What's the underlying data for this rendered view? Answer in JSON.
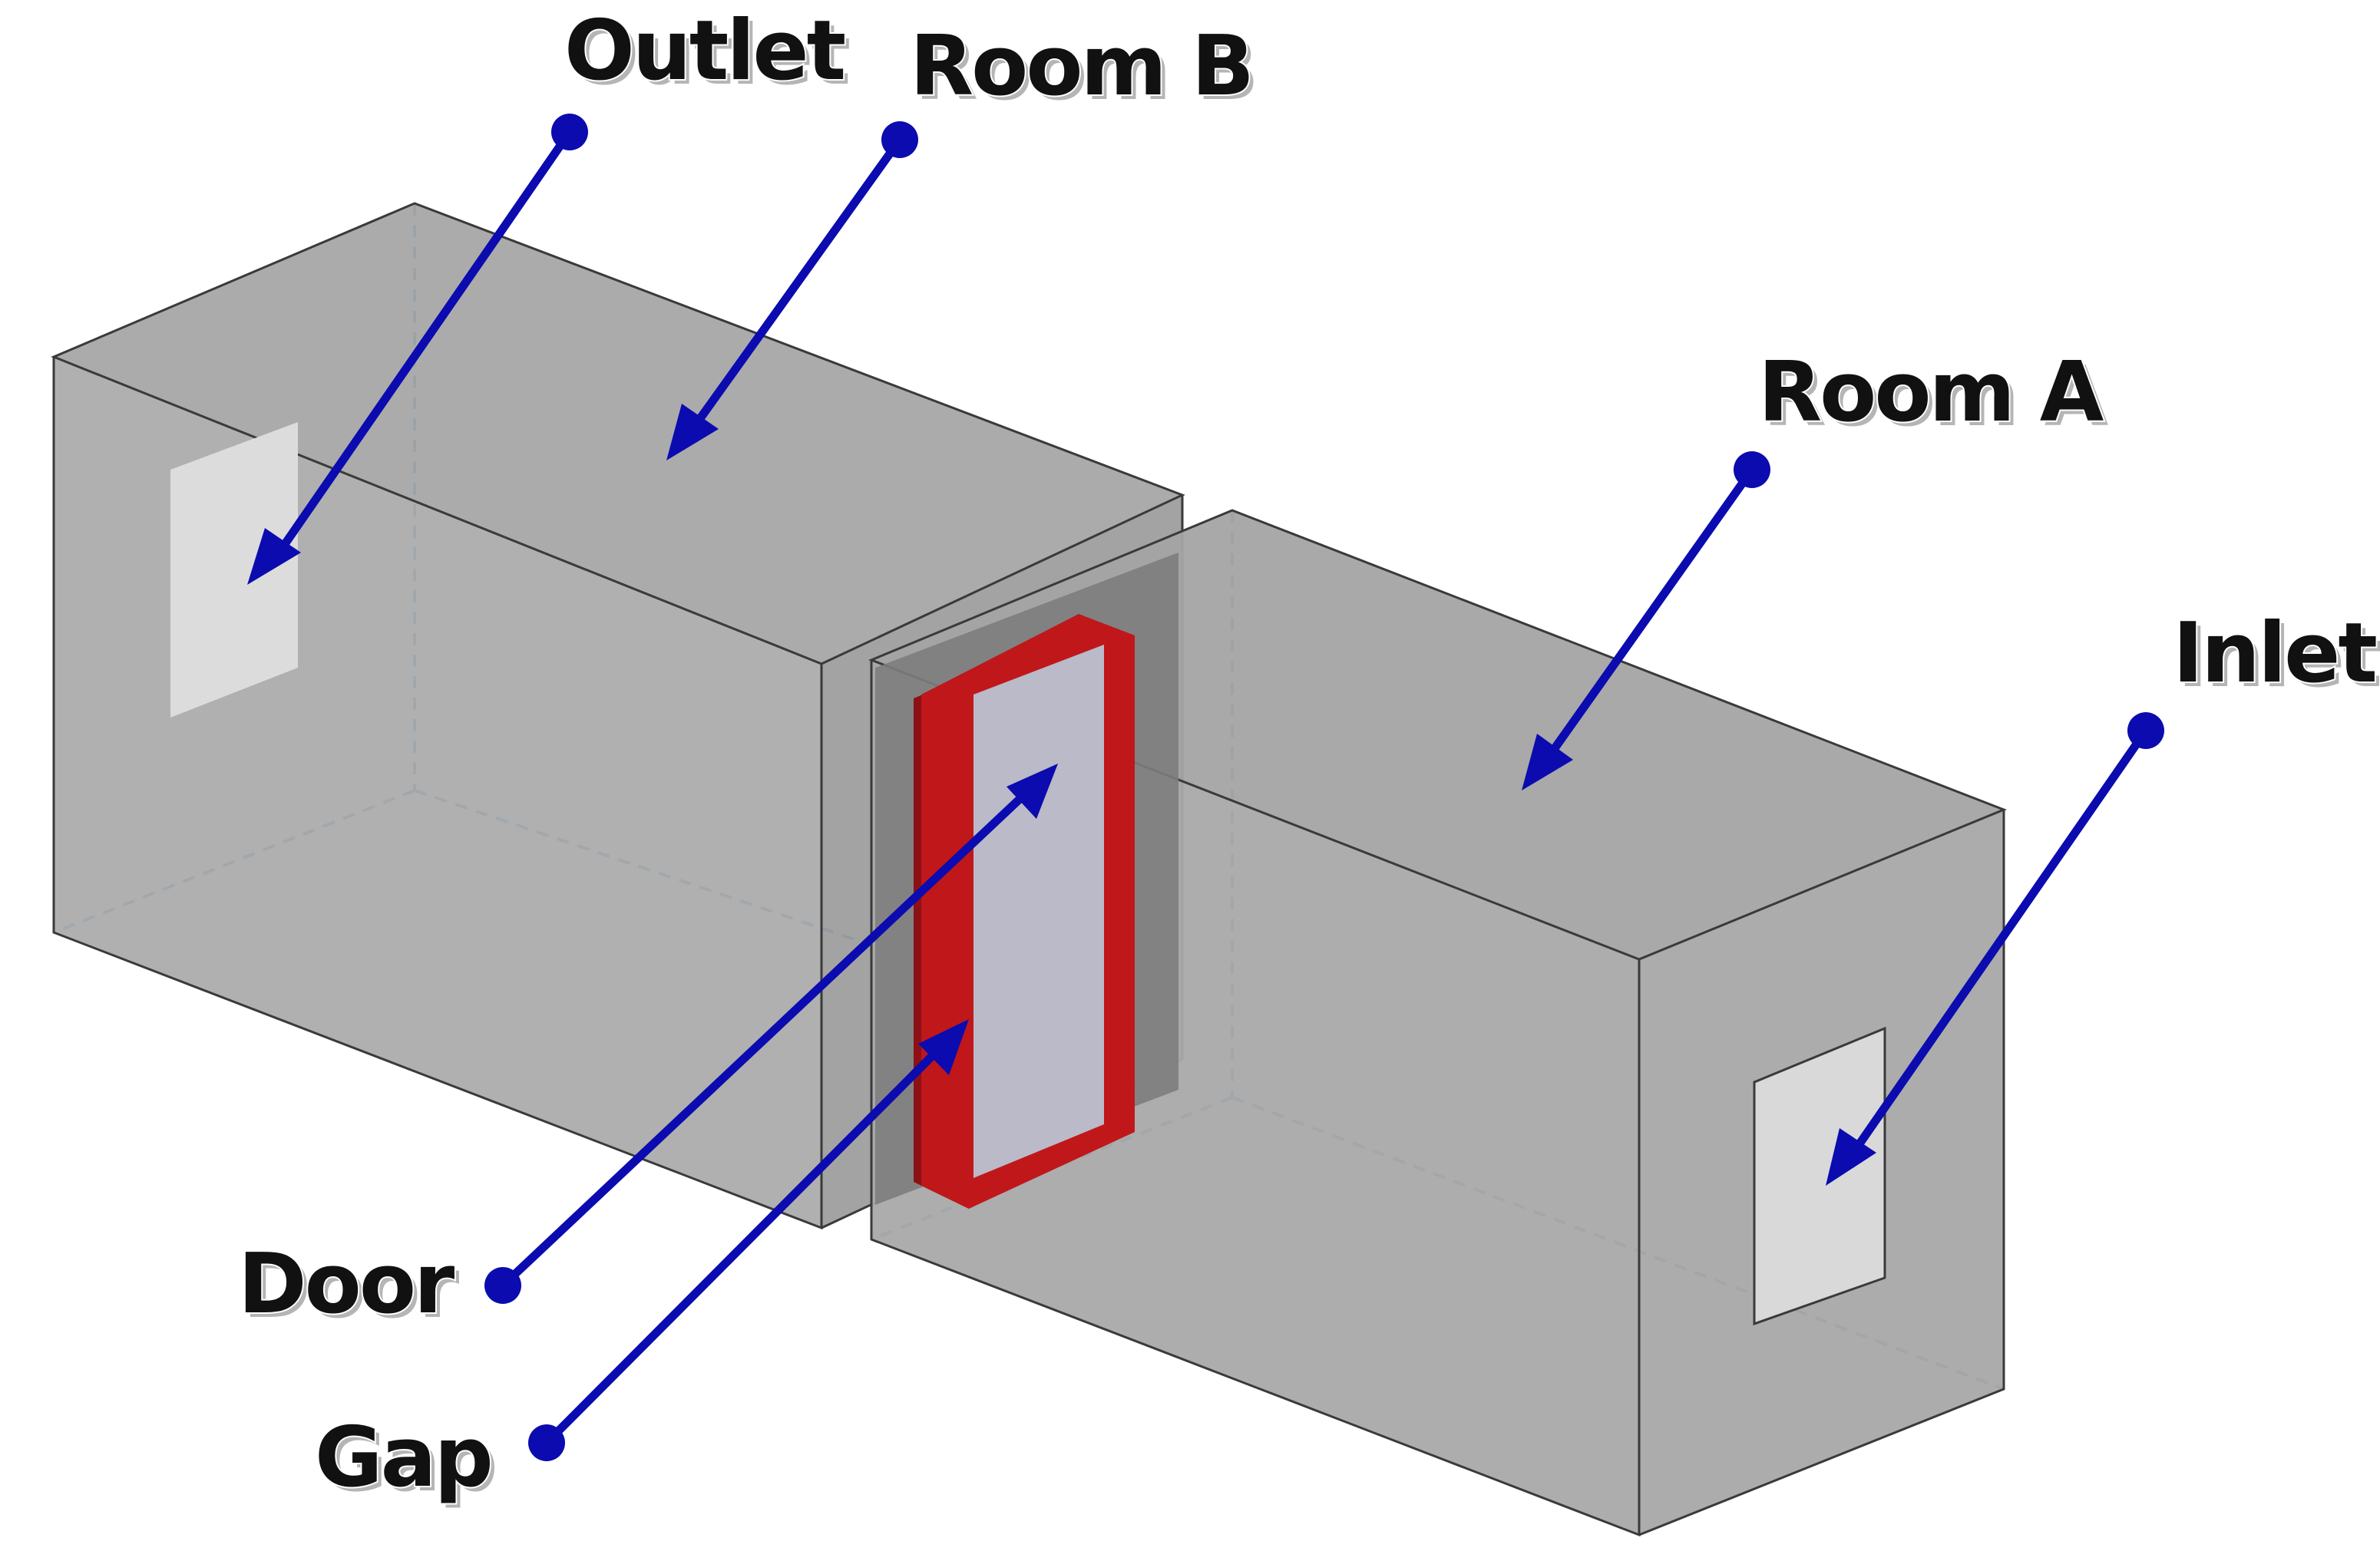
{
  "labels": {
    "outlet": "Outlet",
    "room_b": "Room B",
    "room_a": "Room A",
    "inlet": "Inlet",
    "door": "Door",
    "gap": "Gap"
  },
  "colors": {
    "room_face": "#a9a9a9",
    "room_top": "#a4a4a4",
    "room_side": "#9d9d9d",
    "hidden_edges": "#2f8bd2",
    "vent": "#d9d9d9",
    "door": "#b9b9c8",
    "gap_frame": "#c0171b",
    "pointer": "#0b0bb0"
  },
  "icons": {
    "pointer_start": "filled-circle-dot",
    "pointer_end": "arrowhead"
  }
}
